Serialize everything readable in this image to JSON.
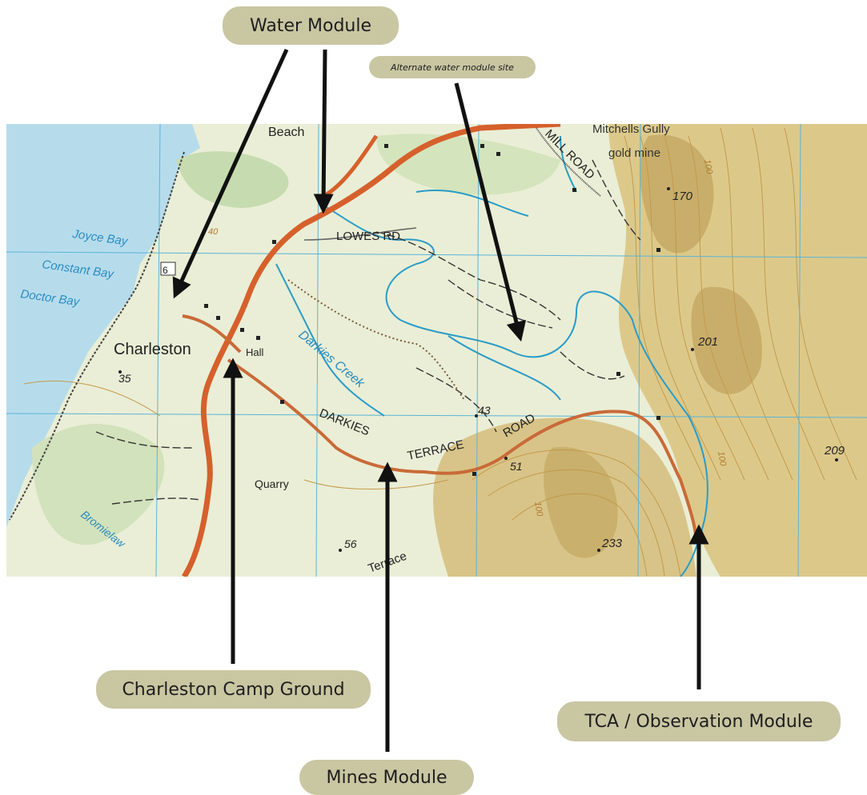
{
  "callouts": {
    "water_module": "Water Module",
    "alternate_site": "Alternate water module site",
    "camp_ground": "Charleston Camp Ground",
    "tca_module": "TCA / Observation Module",
    "mines_module": "Mines Module"
  },
  "map": {
    "places": {
      "beach": "Beach",
      "joyce_bay": "Joyce Bay",
      "constant_bay": "Constant Bay",
      "doctor_bay": "Doctor Bay",
      "charleston": "Charleston",
      "hall": "Hall",
      "quarry": "Quarry",
      "brommeljaw": "Bromielaw",
      "mitchells_gully": "Mitchells Gully",
      "gold_mine": "gold mine"
    },
    "roads": {
      "lowes_rd": "LOWES RD",
      "mill_road": "MILL ROAD",
      "darkies": "DARKIES",
      "terrace": "TERRACE",
      "road": "ROAD",
      "terrace_lower": "Terrace",
      "route_number": "6"
    },
    "creek": "Darkies Creek",
    "spot_heights": [
      "35",
      "43",
      "51",
      "56",
      "170",
      "201",
      "209",
      "233"
    ],
    "contour_labels": [
      "40",
      "100",
      "100",
      "100"
    ],
    "colors": {
      "sea": "#b6dcec",
      "land": "#e8ecd4",
      "bush": "#c6dcb0",
      "highway": "#d6602c",
      "contour": "#c49a4c",
      "water_line": "#2a9cc8",
      "grid": "#5ab4d8"
    }
  }
}
